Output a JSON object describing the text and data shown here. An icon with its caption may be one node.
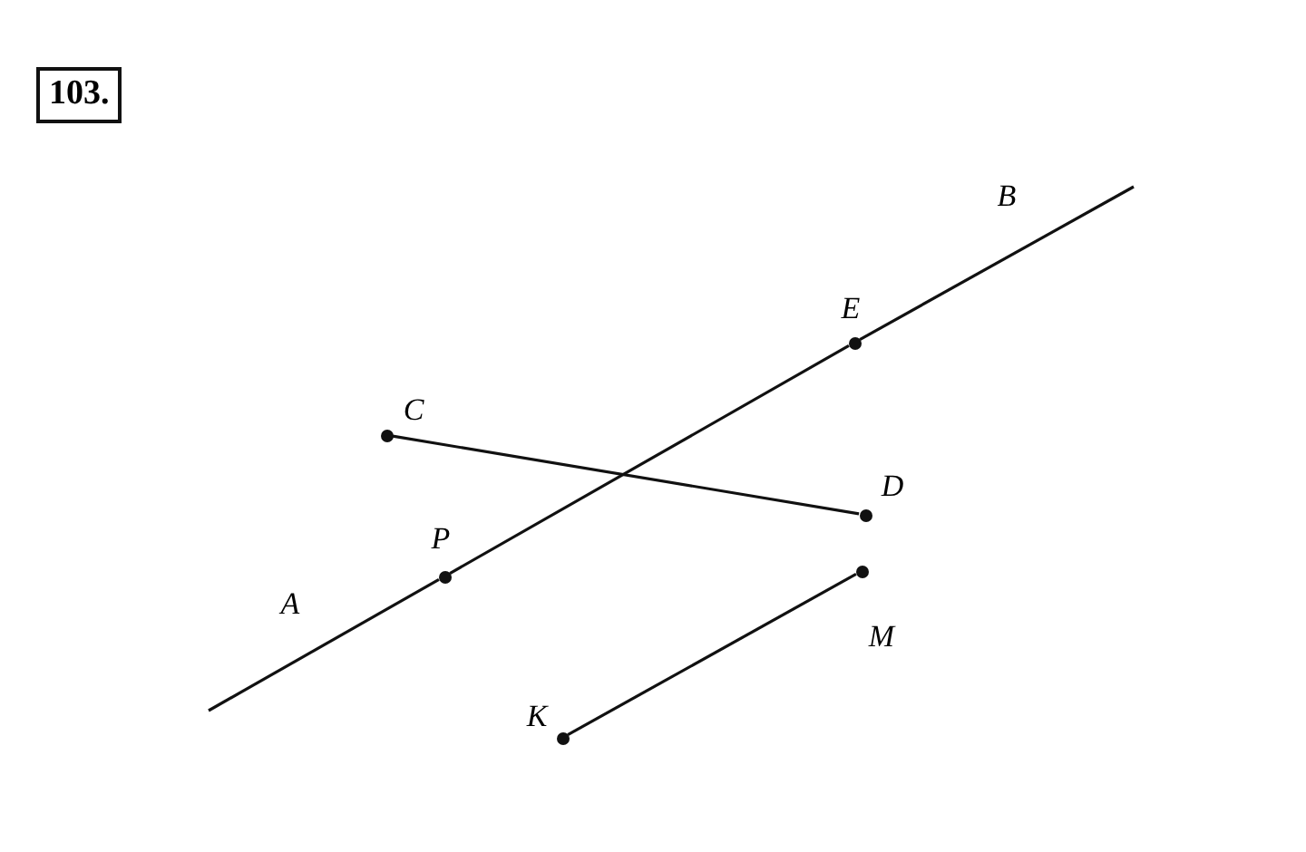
{
  "diagram": {
    "nodes": [
      {
        "text": [
          "103."
        ]
      },
      {
        "text": [
          "C"
        ]
      },
      {
        "text": [
          "D"
        ]
      },
      {
        "text": [
          "P"
        ]
      },
      {
        "text": [
          "E"
        ]
      },
      {
        "text": [
          "K"
        ]
      },
      {
        "text": [
          "M"
        ]
      }
    ],
    "edges": [
      {
        "from": 1,
        "to": 2,
        "arrow": "none"
      },
      {
        "from": null,
        "to": 3,
        "arrow": "none"
      },
      {
        "from": 3,
        "to": 4,
        "arrow": "none"
      },
      {
        "from": 4,
        "to": null,
        "arrow": "none"
      },
      {
        "from": 5,
        "to": 6,
        "arrow": "none"
      }
    ],
    "labels": [
      "A",
      "B"
    ]
  }
}
